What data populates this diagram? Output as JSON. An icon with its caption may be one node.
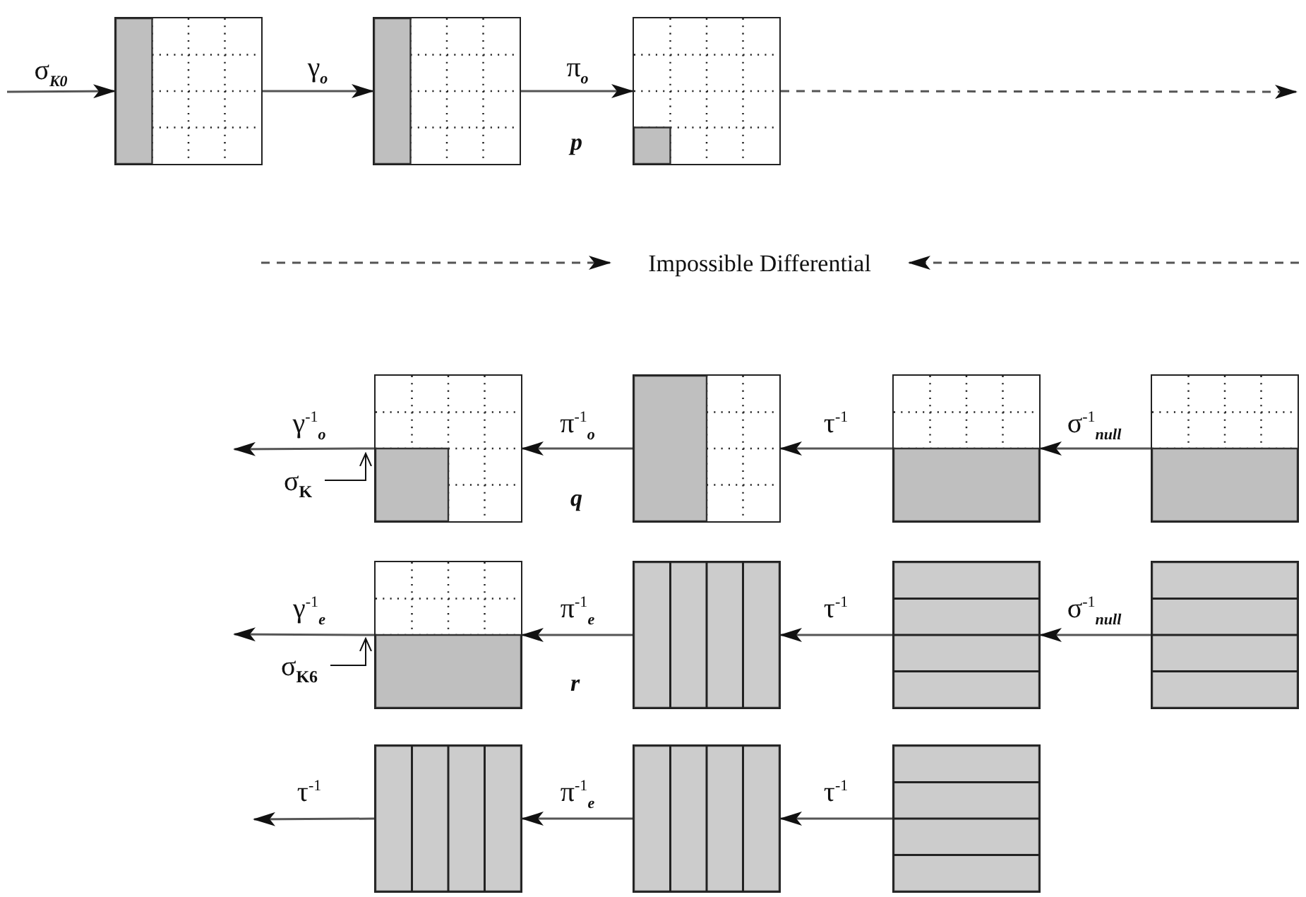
{
  "diagram": {
    "nodes": [
      {
        "text": [],
        "shape": "box"
      },
      {
        "text": [],
        "shape": "box"
      },
      {
        "text": [],
        "shape": "box"
      },
      {
        "text": [
          "Impossible Differential"
        ]
      },
      {
        "text": [],
        "shape": "box"
      },
      {
        "text": [],
        "shape": "box"
      },
      {
        "text": [],
        "shape": "box"
      },
      {
        "text": [],
        "shape": "box"
      },
      {
        "text": [],
        "shape": "box"
      },
      {
        "text": [],
        "shape": "box"
      },
      {
        "text": [],
        "shape": "box"
      },
      {
        "text": [],
        "shape": "box"
      },
      {
        "text": [],
        "shape": "box"
      },
      {
        "text": [],
        "shape": "box"
      },
      {
        "text": [],
        "shape": "box"
      },
      {
        "text": [
          "σ$_{K}$"
        ]
      },
      {
        "text": [
          "σ$_{K6}$"
        ]
      }
    ],
    "edges": [
      {
        "from": null,
        "to": 0,
        "arrow": "to",
        "label": "σ$_{K0}$"
      },
      {
        "from": 0,
        "to": 1,
        "arrow": "to",
        "label": "γ$_{o}$"
      },
      {
        "from": 1,
        "to": 2,
        "arrow": "to",
        "label": "π$_{o}$"
      },
      {
        "from": 2,
        "to": null,
        "arrow": "to",
        "style": "dashed"
      },
      {
        "from": null,
        "to": 3,
        "arrow": "to",
        "style": "dashed"
      },
      {
        "from": null,
        "to": 3,
        "arrow": "to",
        "style": "dashed"
      },
      {
        "from": 7,
        "to": 6,
        "arrow": "to",
        "label": "σ$^{-1}$$_{null}$"
      },
      {
        "from": 6,
        "to": 5,
        "arrow": "to",
        "label": "τ$^{-1}$"
      },
      {
        "from": 5,
        "to": 4,
        "arrow": "to",
        "label": "π$^{-1}$$_{o}$"
      },
      {
        "from": 4,
        "to": null,
        "arrow": "to",
        "label": "γ$^{-1}$$_{o}$"
      },
      {
        "from": 11,
        "to": 10,
        "arrow": "to",
        "label": "σ$^{-1}$$_{null}$"
      },
      {
        "from": 10,
        "to": 9,
        "arrow": "to",
        "label": "τ$^{-1}$"
      },
      {
        "from": 9,
        "to": 8,
        "arrow": "to",
        "label": "π$^{-1}$$_{e}$"
      },
      {
        "from": 8,
        "to": null,
        "arrow": "to",
        "label": "γ$^{-1}$$_{e}$"
      },
      {
        "from": 14,
        "to": 13,
        "arrow": "to",
        "label": "τ$^{-1}$"
      },
      {
        "from": 13,
        "to": 12,
        "arrow": "to",
        "label": "π$^{-1}$$_{e}$"
      },
      {
        "from": 12,
        "to": null,
        "arrow": "to",
        "label": "τ$^{-1}$"
      },
      {
        "from": 15,
        "to": 4,
        "arrow": "to"
      },
      {
        "from": 16,
        "to": 8,
        "arrow": "to"
      }
    ],
    "labels": [
      "p",
      "q",
      "r"
    ]
  }
}
